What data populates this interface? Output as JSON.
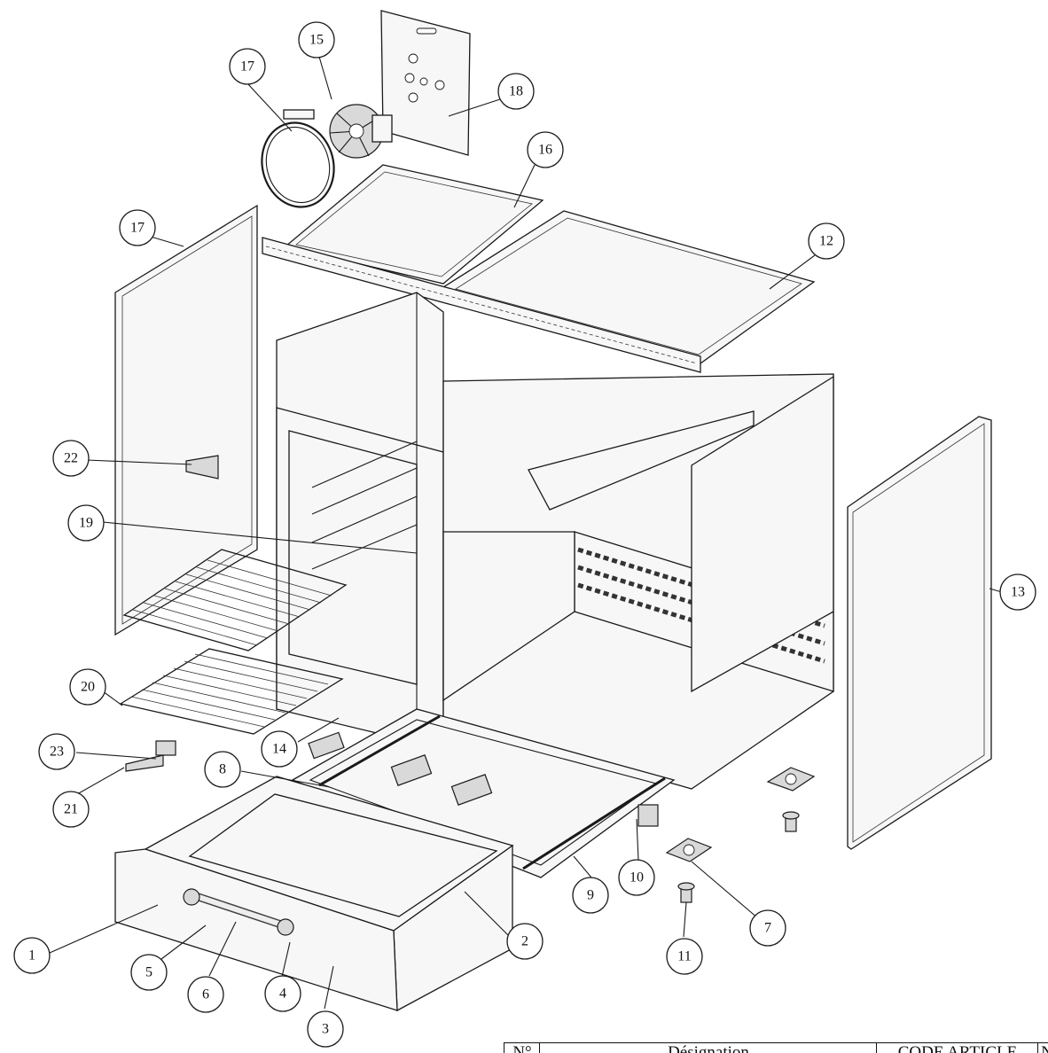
{
  "diagram": {
    "callouts": [
      {
        "label": "1"
      },
      {
        "label": "2"
      },
      {
        "label": "3"
      },
      {
        "label": "4"
      },
      {
        "label": "5"
      },
      {
        "label": "6"
      },
      {
        "label": "7"
      },
      {
        "label": "8"
      },
      {
        "label": "9"
      },
      {
        "label": "10"
      },
      {
        "label": "11"
      },
      {
        "label": "12"
      },
      {
        "label": "13"
      },
      {
        "label": "14"
      },
      {
        "label": "15"
      },
      {
        "label": "16"
      },
      {
        "label": "17"
      },
      {
        "label": "17"
      },
      {
        "label": "18"
      },
      {
        "label": "19"
      },
      {
        "label": "20"
      },
      {
        "label": "21"
      },
      {
        "label": "22"
      },
      {
        "label": "23"
      }
    ]
  },
  "parts_table": {
    "headers": [
      "N°",
      "Désignation",
      "CODE ARTICLE",
      "N"
    ]
  }
}
